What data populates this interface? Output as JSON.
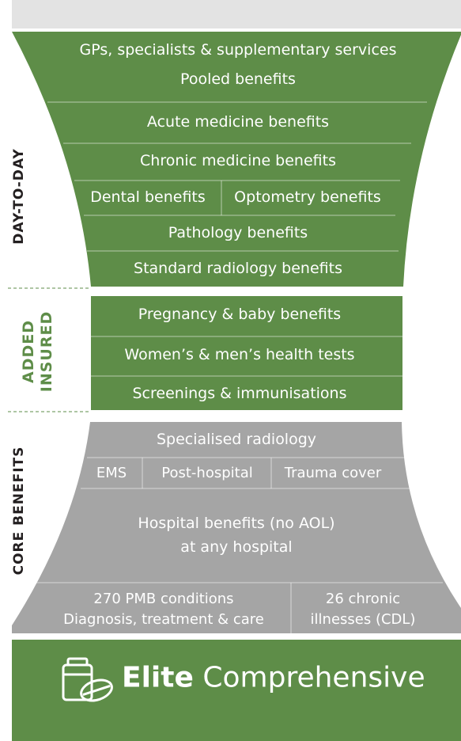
{
  "colors": {
    "green": "#5e8d48",
    "grey": "#a5a5a5",
    "dark_text": "#231f20",
    "accent_green": "#5e8d48",
    "white": "#ffffff",
    "top_band": "#e3e3e3"
  },
  "side_labels": {
    "day_to_day": "DAY-TO-DAY",
    "added_insured_line1": "ADDED",
    "added_insured_line2": "INSURED",
    "core_benefits": "CORE BENEFITS"
  },
  "day_to_day": {
    "gps_line1": "GPs, specialists & supplementary services",
    "gps_line2": "Pooled benefits",
    "acute": "Acute medicine benefits",
    "chronic": "Chronic medicine benefits",
    "dental": "Dental benefits",
    "optometry": "Optometry benefits",
    "pathology": "Pathology benefits",
    "radiology": "Standard radiology benefits"
  },
  "added_insured": {
    "pregnancy": "Pregnancy & baby benefits",
    "health_tests": "Women’s & men’s health tests",
    "screenings": "Screenings & immunisations"
  },
  "core": {
    "specialised_radiology": "Specialised radiology",
    "ems": "EMS",
    "post_hospital": "Post-hospital",
    "trauma": "Trauma cover",
    "hospital_line1": "Hospital benefits (no AOL)",
    "hospital_line2": "at any hospital",
    "pmb_line1": "270 PMB conditions",
    "pmb_line2": "Diagnosis, treatment & care",
    "cdl_line1": "26 chronic",
    "cdl_line2": "illnesses (CDL)"
  },
  "footer": {
    "plan_bold": "Elite",
    "plan_rest": "Comprehensive",
    "icon": "medicine-pills-icon"
  }
}
